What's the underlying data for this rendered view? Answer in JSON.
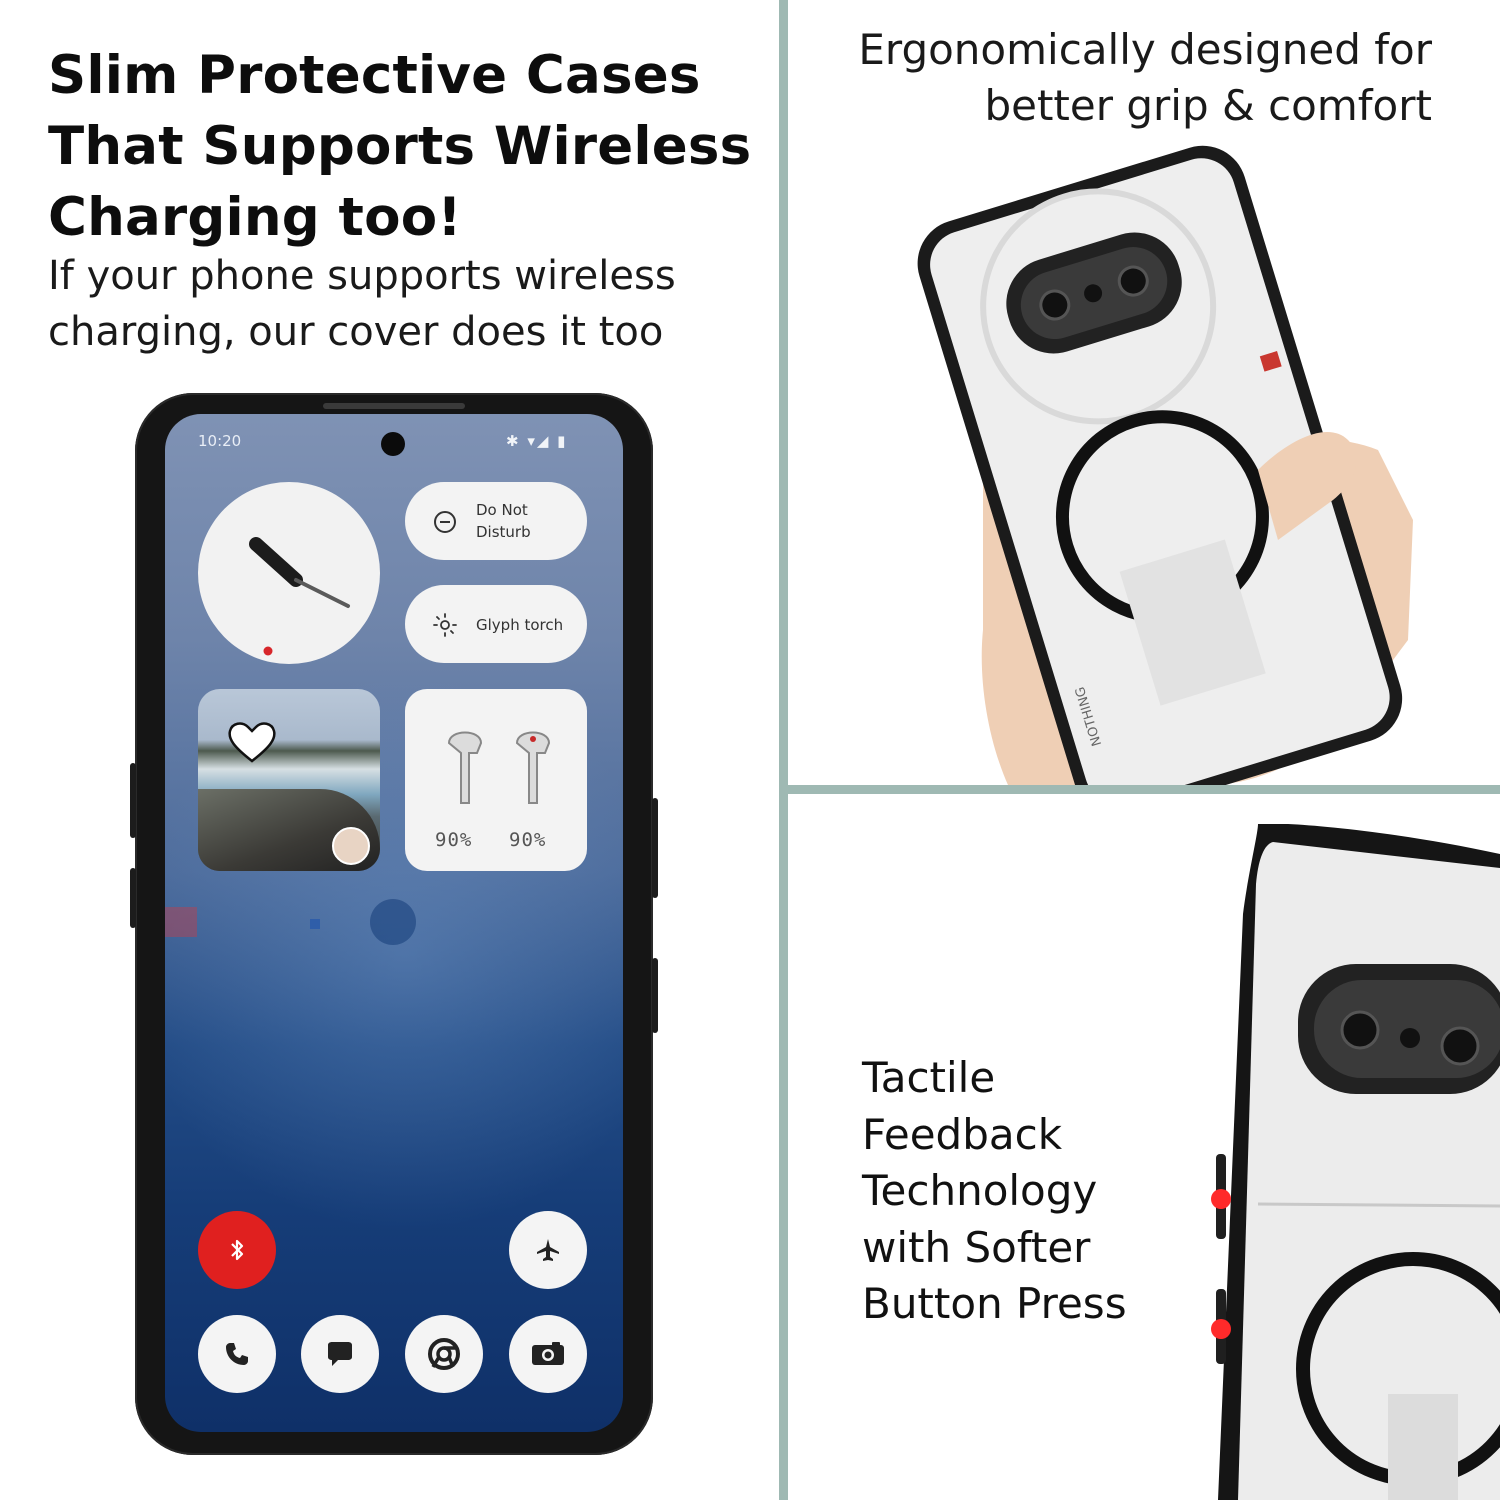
{
  "left": {
    "headline": [
      "Slim Protective Cases",
      "That Supports Wireless",
      "Charging too!"
    ],
    "subline": [
      "If your phone supports wireless",
      "charging, our cover does it too"
    ]
  },
  "right_top": {
    "caption": [
      "Ergonomically designed for",
      "better grip & comfort"
    ],
    "case_brand": "NOTHING"
  },
  "right_bottom": {
    "caption": [
      "Tactile",
      "Feedback",
      "Technology",
      "with Softer",
      "Button Press"
    ]
  },
  "phone_screen": {
    "status_time": "10:20",
    "status_icons": "✱ ▾◢ ▮",
    "dnd_label": [
      "Do Not",
      "Disturb"
    ],
    "glyph_torch_label": "Glyph torch",
    "bud_left_pct": "90%",
    "bud_right_pct": "90%"
  },
  "colors": {
    "divider": "#9fb9b3",
    "bluetooth_button": "#e0201f",
    "highlight_dot": "#ff2a2a"
  },
  "icons": [
    "dnd-minus-icon",
    "glyph-torch-icon",
    "heart-icon",
    "bluetooth-icon",
    "airplane-icon",
    "phone-icon",
    "messages-icon",
    "chrome-icon",
    "camera-icon"
  ]
}
